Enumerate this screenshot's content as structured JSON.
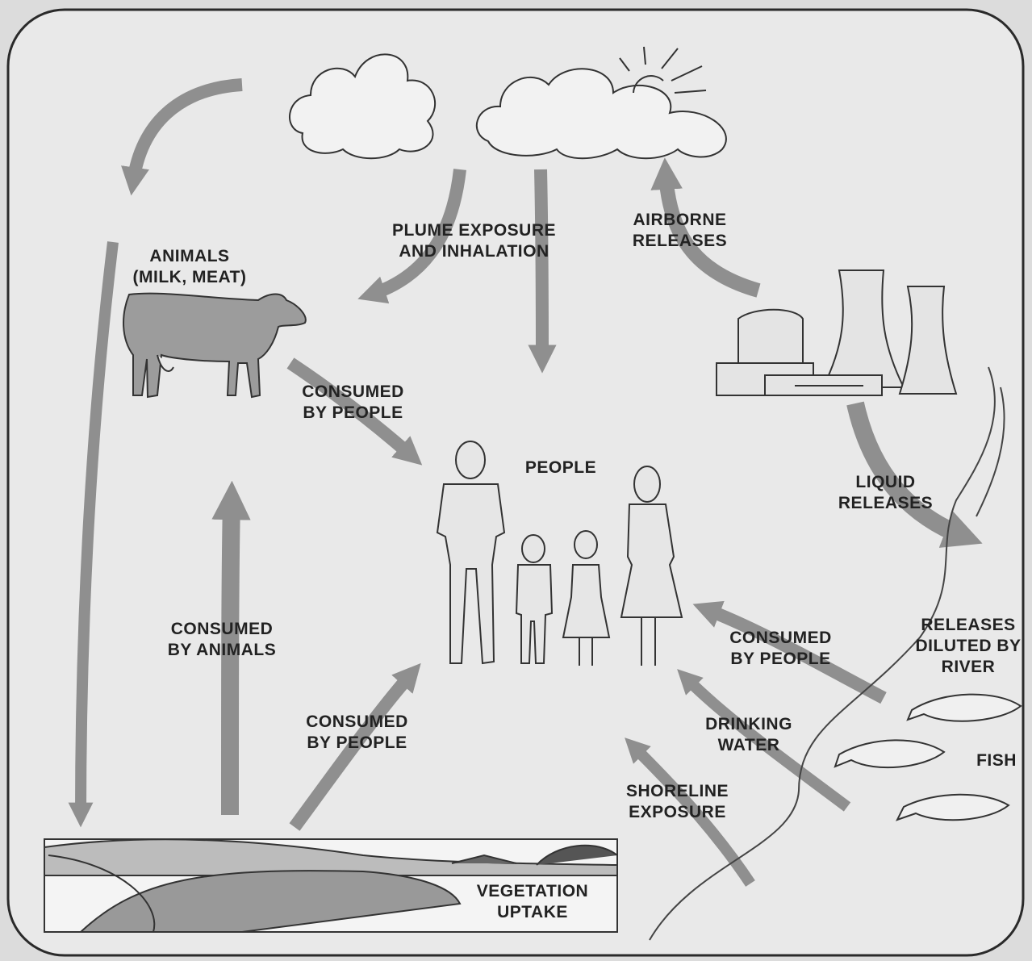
{
  "colors": {
    "background": "#e9e9e9",
    "arrow": "#8f8f8f",
    "ink": "#222222"
  },
  "labels": {
    "animals": {
      "line1": "ANIMALS",
      "line2": "(MILK, MEAT)"
    },
    "plume": {
      "line1": "PLUME EXPOSURE",
      "line2": "AND INHALATION"
    },
    "airborne": {
      "line1": "AIRBORNE",
      "line2": "RELEASES"
    },
    "consumed_people_from_animals": {
      "line1": "CONSUMED",
      "line2": "BY PEOPLE"
    },
    "people": "PEOPLE",
    "liquid": {
      "line1": "LIQUID",
      "line2": "RELEASES"
    },
    "consumed_by_animals": {
      "line1": "CONSUMED",
      "line2": "BY ANIMALS"
    },
    "consumed_people_from_fish": {
      "line1": "CONSUMED",
      "line2": "BY PEOPLE"
    },
    "releases_diluted": {
      "line1": "RELEASES",
      "line2": "DILUTED BY",
      "line3": "RIVER"
    },
    "consumed_people_from_vegetation": {
      "line1": "CONSUMED",
      "line2": "BY PEOPLE"
    },
    "drinking_water": {
      "line1": "DRINKING",
      "line2": "WATER"
    },
    "fish": "FISH",
    "shoreline": {
      "line1": "SHORELINE",
      "line2": "EXPOSURE"
    },
    "vegetation": {
      "line1": "VEGETATION",
      "line2": "UPTAKE"
    }
  },
  "icons": [
    "cloud-icon",
    "sun-icon",
    "cow-icon",
    "power-plant-icon",
    "man-icon",
    "boy-icon",
    "girl-icon",
    "woman-icon",
    "fish-icon",
    "farmland-icon",
    "river-icon"
  ]
}
